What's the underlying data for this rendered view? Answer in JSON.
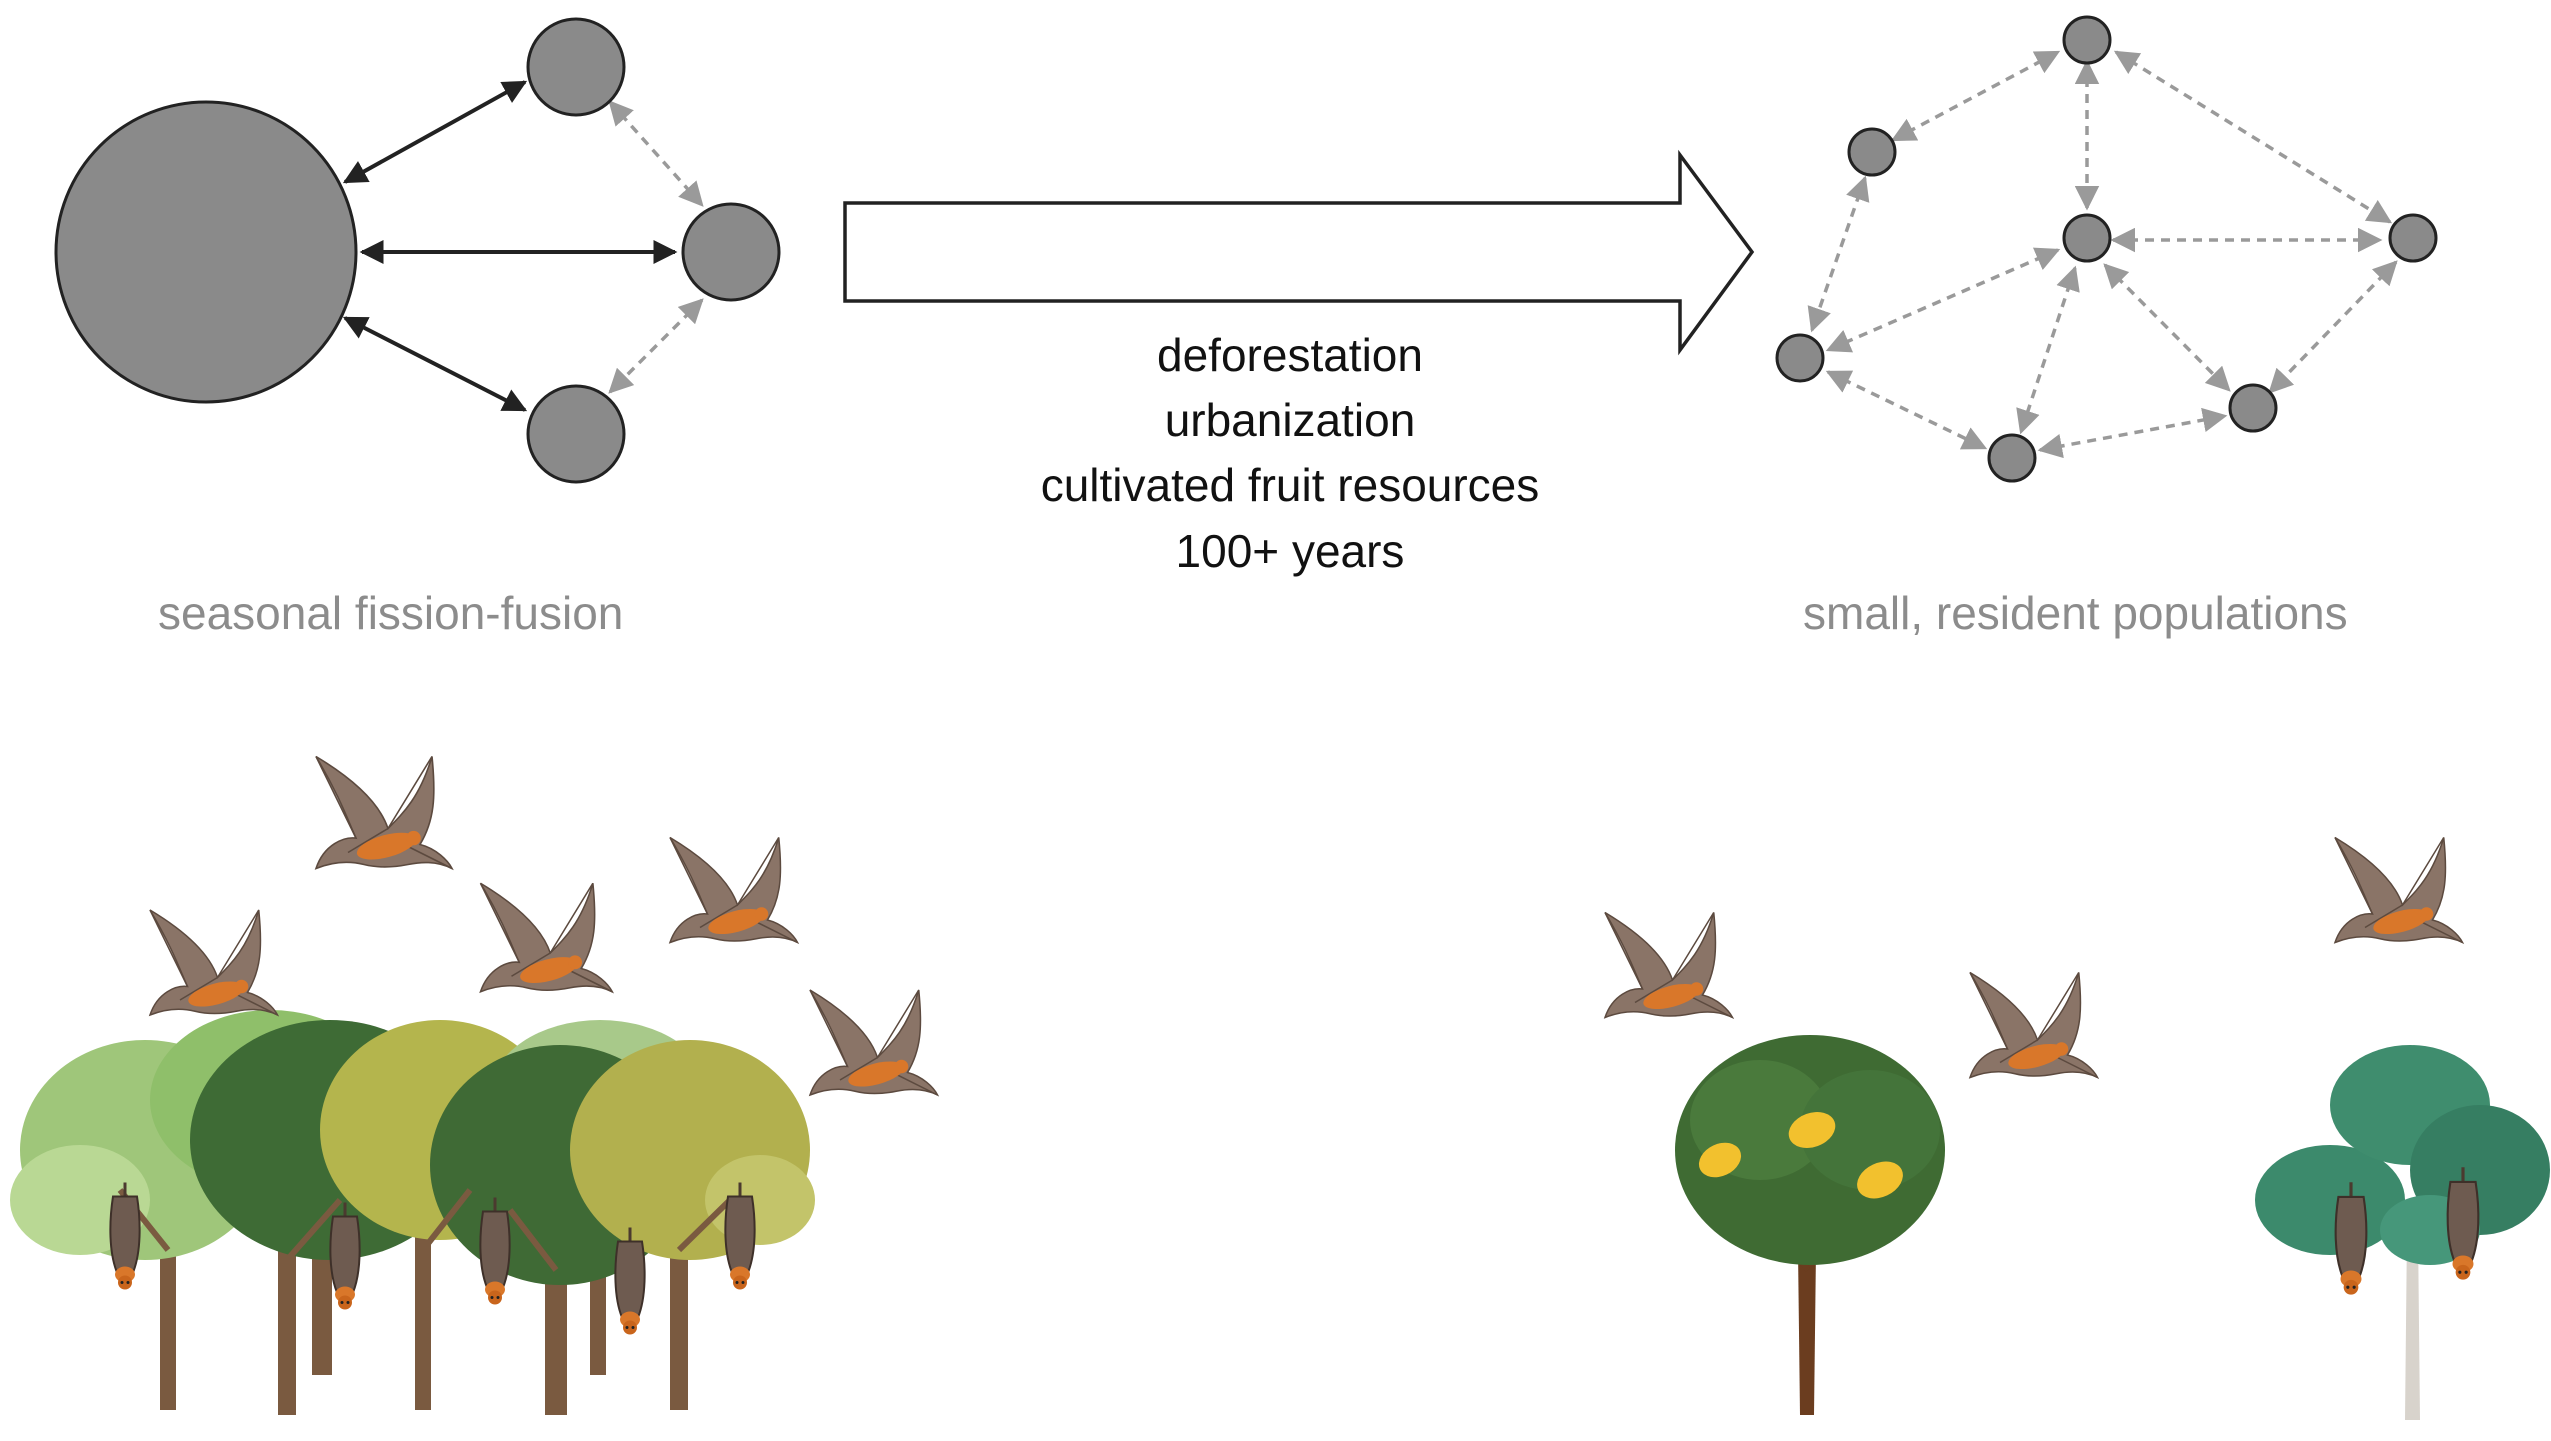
{
  "drivers": [
    "deforestation",
    "urbanization",
    "cultivated fruit resources",
    "100+ years"
  ],
  "labels": {
    "before": "seasonal fission-fusion",
    "after": "small, resident populations"
  },
  "colors": {
    "node_fill": "#8a8a8a",
    "node_stroke": "#222222",
    "solid_arrow": "#222222",
    "dashed_arrow": "#9a9a9a",
    "bat_wing": "#8a7467",
    "bat_body": "#d9772a",
    "mango": "#f2c12e"
  },
  "icons": {
    "before_scene": [
      "flying-bat-icon",
      "forest-trees-icon",
      "roosting-bat-icon"
    ],
    "after_scene": [
      "flying-bat-icon",
      "mango-tree-icon",
      "eucalyptus-tree-icon",
      "roosting-bat-icon"
    ]
  }
}
